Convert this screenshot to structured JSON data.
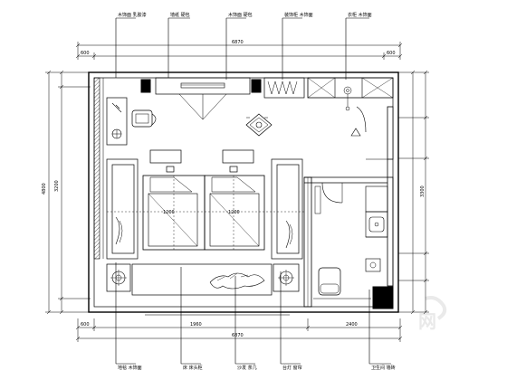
{
  "callouts_top": [
    {
      "text": "木饰面 乳胶漆"
    },
    {
      "text": "墙纸 硬包"
    },
    {
      "text": "木饰面 硬包"
    },
    {
      "text": "装饰柜 木饰面"
    },
    {
      "text": "衣柜 木饰面"
    }
  ],
  "callouts_bottom": [
    {
      "text": "地毯 木饰面"
    },
    {
      "text": "床 床头柜"
    },
    {
      "text": "沙发 茶几"
    },
    {
      "text": "台灯 窗帘"
    },
    {
      "text": "卫生间 墙砖"
    }
  ],
  "dimensions": {
    "top_overall": "6870",
    "top_left_seg": "600",
    "top_right_seg": "600",
    "left_overall": "4800",
    "left_mid": "3200",
    "right_mid": "3300",
    "bottom_overall": "6870",
    "bottom_left_seg": "600",
    "bottom_right_seg": "2400",
    "bottom_mid": "1960"
  },
  "room_labels": {
    "bed_left": "1200",
    "bed_right": "1200"
  },
  "watermark": "网"
}
